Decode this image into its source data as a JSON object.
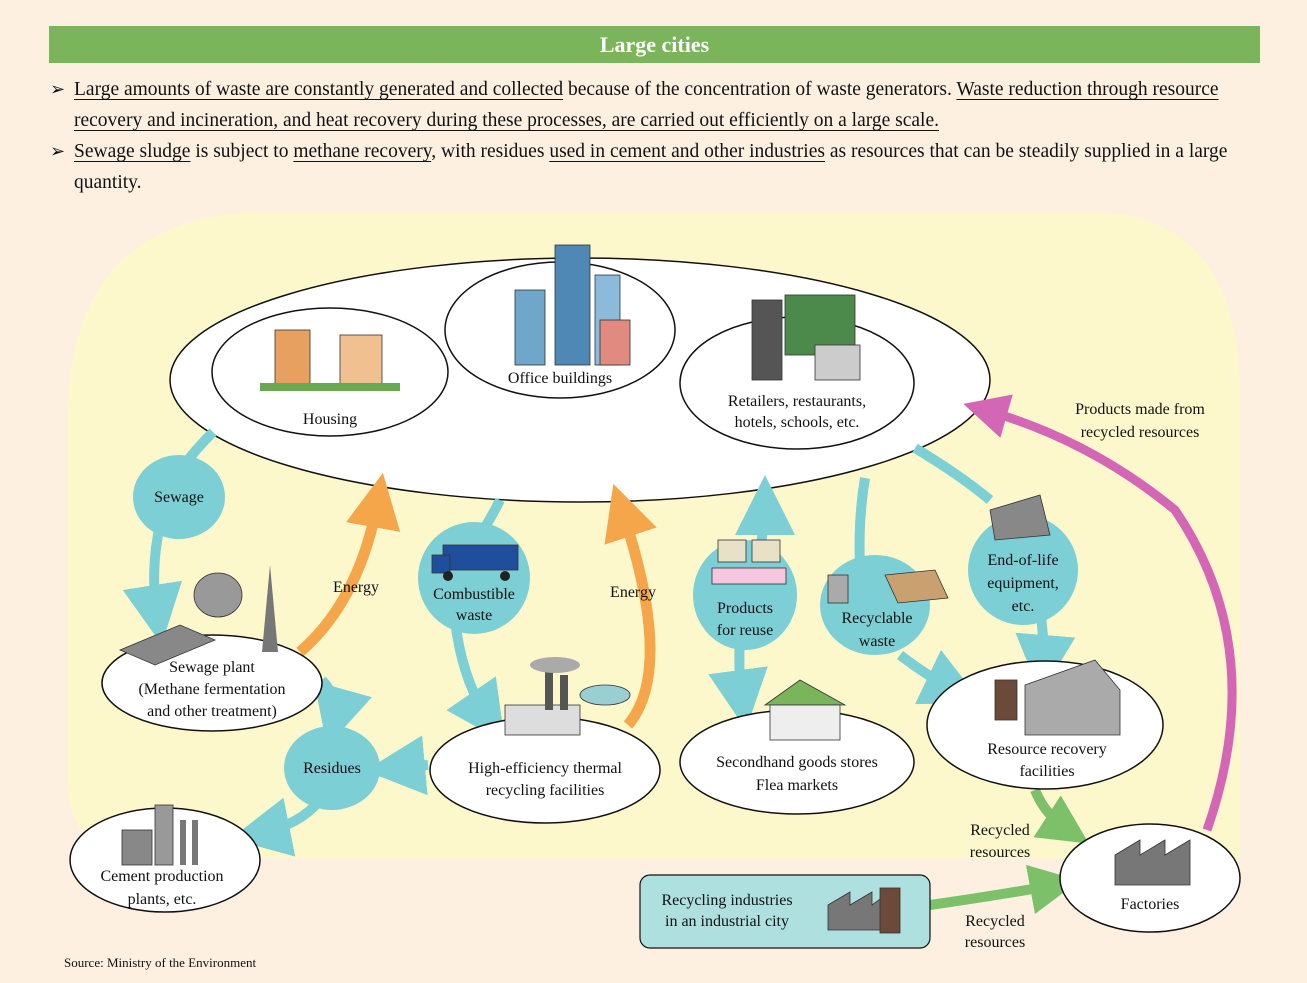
{
  "title": "Large cities",
  "bullets": [
    {
      "parts": [
        {
          "t": "Large amounts of waste are constantly generated and collected",
          "u": true
        },
        {
          "t": " because of the concentration of waste generators. ",
          "u": false
        },
        {
          "t": "Waste reduction through resource recovery and incineration, and heat recovery during these processes, are carried out efficiently on a large scale.",
          "u": true
        }
      ]
    },
    {
      "parts": [
        {
          "t": "Sewage sludge",
          "u": true
        },
        {
          "t": " is subject to ",
          "u": false
        },
        {
          "t": "methane recovery",
          "u": true
        },
        {
          "t": ", with residues ",
          "u": false
        },
        {
          "t": "used in cement and other industries",
          "u": true
        },
        {
          "t": " as resources that can be steadily supplied in a large quantity.",
          "u": false
        }
      ]
    }
  ],
  "nodes": {
    "housing": "Housing",
    "office": "Office buildings",
    "retailers_1": "Retailers, restaurants,",
    "retailers_2": "hotels, schools, etc.",
    "sewage": "Sewage",
    "sewage_plant_1": "Sewage plant",
    "sewage_plant_2": "(Methane fermentation",
    "sewage_plant_3": "and other treatment)",
    "energy_left": "Energy",
    "energy_right": "Energy",
    "combustible_1": "Combustible",
    "combustible_2": "waste",
    "products_reuse_1": "Products",
    "products_reuse_2": "for reuse",
    "recyclable_1": "Recyclable",
    "recyclable_2": "waste",
    "eol_1": "End-of-life",
    "eol_2": "equipment,",
    "eol_3": "etc.",
    "products_made_1": "Products made from",
    "products_made_2": "recycled resources",
    "residues": "Residues",
    "thermal_1": "High-efficiency thermal",
    "thermal_2": "recycling facilities",
    "secondhand_1": "Secondhand goods stores",
    "secondhand_2": "Flea markets",
    "resource_recovery_1": "Resource recovery",
    "resource_recovery_2": "facilities",
    "cement_1": "Cement production",
    "cement_2": "plants, etc.",
    "recycled_upper_1": "Recycled",
    "recycled_upper_2": "resources",
    "factories": "Factories",
    "recycling_ind_1": "Recycling industries",
    "recycling_ind_2": "in an industrial city",
    "recycled_lower_1": "Recycled",
    "recycled_lower_2": "resources"
  },
  "source": "Source: Ministry of the Environment",
  "colors": {
    "title_bg": "#7ab55c",
    "page_bg": "#fdf0e1",
    "yellow_area": "#fdf8cc",
    "teal": "#7ccfd4",
    "orange": "#f5a64a",
    "magenta": "#d466b6",
    "green": "#7cc06a"
  }
}
